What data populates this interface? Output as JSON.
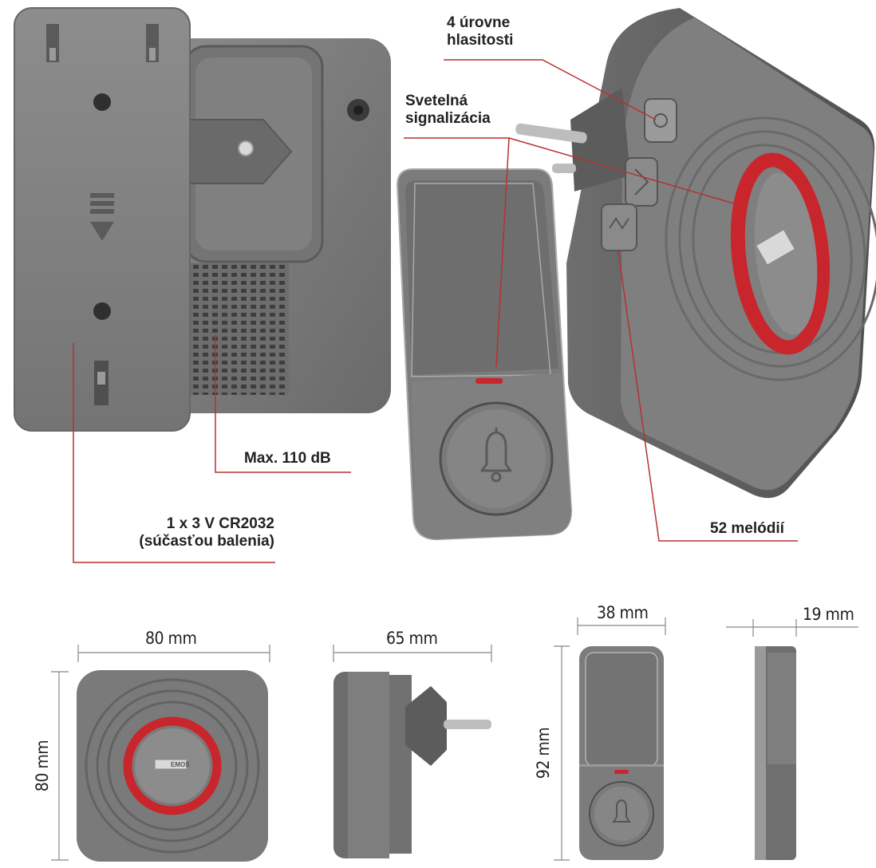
{
  "callouts": {
    "volume_line1": "4 úrovne",
    "volume_line2": "hlasitosti",
    "light_line1": "Svetelná",
    "light_line2": "signalizácia",
    "db": "Max. 110 dB",
    "battery_line1": "1 x 3 V CR2032",
    "battery_line2": "(súčasťou balenia)",
    "melodies": "52 melódií"
  },
  "dimensions": {
    "receiver_width": "80 mm",
    "receiver_height": "80 mm",
    "receiver_depth": "65 mm",
    "button_width": "38 mm",
    "button_height": "92 mm",
    "button_depth": "19 mm"
  },
  "brand": {
    "logo": "EMOS"
  },
  "colors": {
    "body": "#7a7a7a",
    "body_dark": "#5e5e5e",
    "accent_red": "#c8262c",
    "callout_line": "#b5322f"
  }
}
